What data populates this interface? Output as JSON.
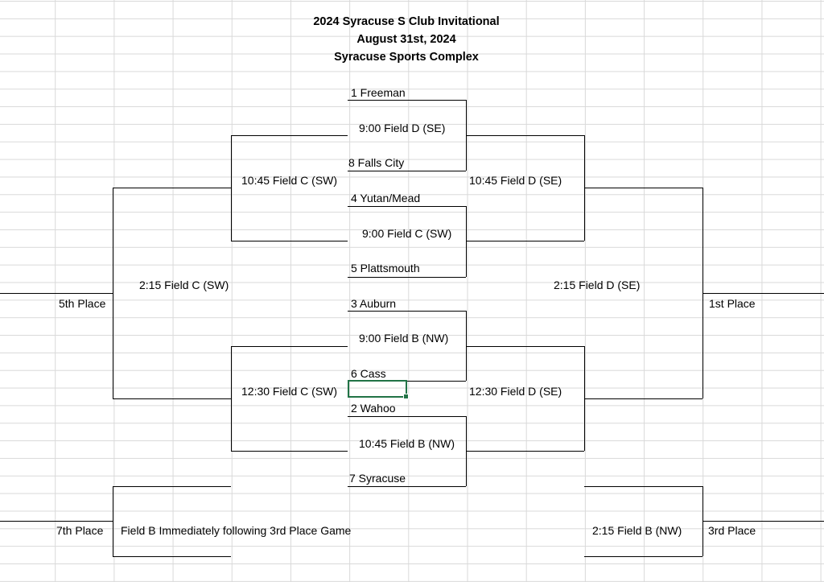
{
  "header": {
    "title": "2024 Syracuse S Club Invitational",
    "date": "August 31st, 2024",
    "venue": "Syracuse Sports Complex"
  },
  "teams": {
    "seed1": "1 Freeman",
    "seed8": "8 Falls City",
    "seed4": "4 Yutan/Mead",
    "seed5": "5 Plattsmouth",
    "seed3": "3 Auburn",
    "seed6": "6 Cass",
    "seed2": "2 Wahoo",
    "seed7": "7 Syracuse"
  },
  "games": {
    "r1_1v8": "9:00 Field D (SE)",
    "r1_4v5": "9:00 Field C (SW)",
    "r1_3v6": "9:00  Field B (NW)",
    "r1_2v7": "10:45 Field B (NW)",
    "semi_top_right": "10:45 Field D (SE)",
    "semi_top_left": "10:45 Field C (SW)",
    "semi_bottom_left": "12:30 Field C (SW)",
    "semi_bottom_right": "12:30  Field D (SE)",
    "final_left": "2:15 Field C (SW)",
    "final_right": "2:15  Field D (SE)",
    "seventh_game": "Field B Immediately following 3rd Place Game",
    "third_game": "2:15  Field B (NW)"
  },
  "places": {
    "fifth": "5th Place",
    "first": "1st Place",
    "seventh": "7th Place",
    "third": "3rd Place"
  }
}
